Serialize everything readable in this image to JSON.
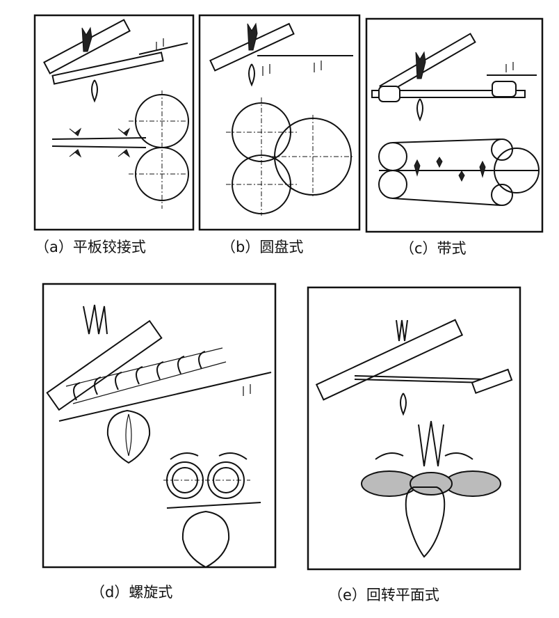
{
  "figure": {
    "panels": [
      {
        "id": "a",
        "caption": "（a）平板铰接式"
      },
      {
        "id": "b",
        "caption": "（b）圆盘式"
      },
      {
        "id": "c",
        "caption": "（c）带式"
      },
      {
        "id": "d",
        "caption": "（d）螺旋式"
      },
      {
        "id": "e",
        "caption": "（e）回转平面式"
      }
    ]
  }
}
